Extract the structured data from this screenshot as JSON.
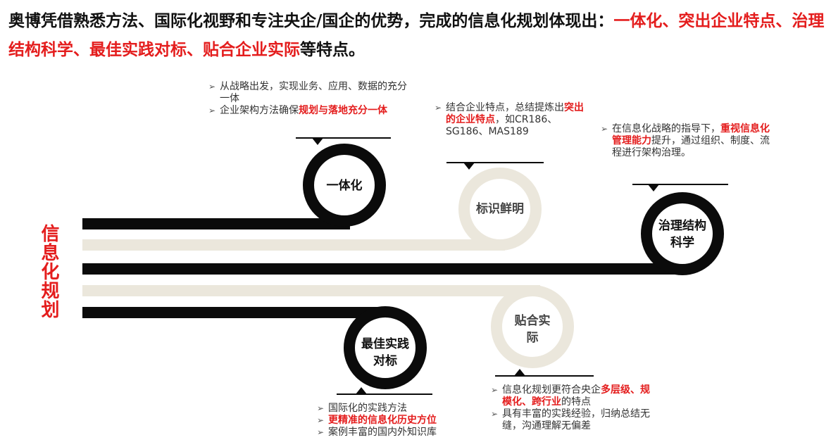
{
  "headline": {
    "lead": "奥博凭借熟悉方法、国际化视野和专注央企/国企的优势，完成的信息化规划体现出：",
    "highlight": "一体化、突出企业特点、治理结构科学、最佳实践对标、贴合企业实际",
    "tail": "等特点。"
  },
  "side_title": "信息化规划",
  "nodes": {
    "integration": "一体化",
    "identity": "标识鲜明",
    "governance": "治理结构科学",
    "practice": "最佳实践对标",
    "fit": "贴合实际"
  },
  "notes": {
    "integration": [
      {
        "a": "从战略出发，实现业务、应用、数据的充分一体"
      },
      {
        "a": "企业架构方法确保",
        "b": "规划与落地充分一体"
      }
    ],
    "identity": [
      {
        "a": "结合企业特点，总结提炼出",
        "b": "突出的企业特点",
        "c": "，如CR186、SG186、MAS189"
      }
    ],
    "governance": [
      {
        "a": "在信息化战略的指导下，",
        "b": "重视信息化管理能力",
        "c": "提升，通过组织、制度、流程进行架构治理。"
      }
    ],
    "practice": [
      {
        "a": "国际化的实践方法"
      },
      {
        "b": "更精准的信息化历史方位"
      },
      {
        "a": "案例丰富的国内外知识库"
      }
    ],
    "fit": [
      {
        "a": "信息化规划更符合央企",
        "b": "多层级、规模化、跨行业",
        "c": "的特点"
      },
      {
        "a": "具有丰富的实践经验，归纳总结无缝，沟通理解无偏差"
      }
    ]
  },
  "colors": {
    "dark": "#0b0b0b",
    "light": "#ebe7dc",
    "accent": "#e41d1d"
  }
}
